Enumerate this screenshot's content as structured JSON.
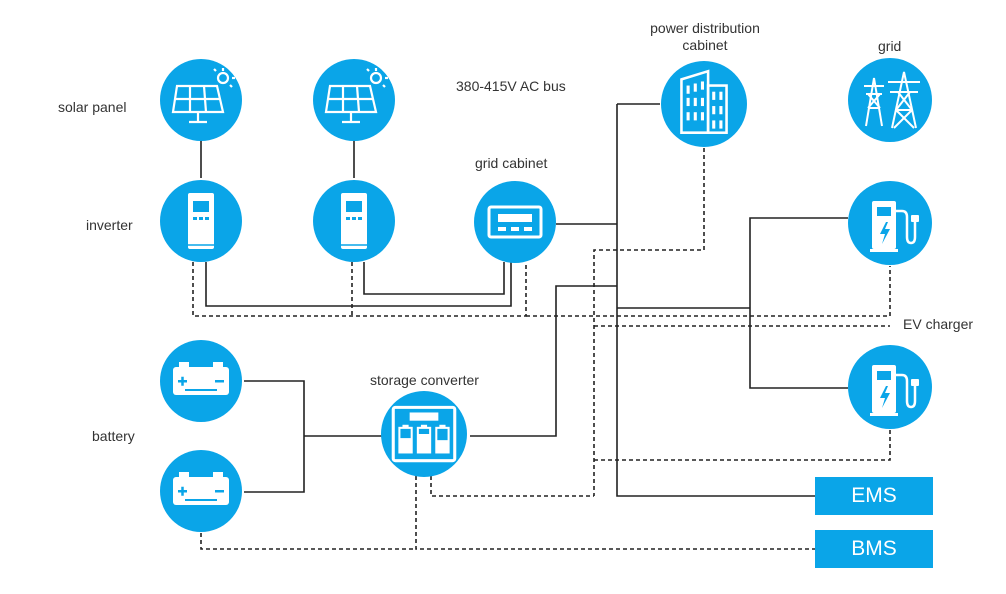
{
  "colors": {
    "accent": "#0aa5e8",
    "line": "#222222",
    "text": "#333333",
    "icon": "#ffffff"
  },
  "labels": {
    "solar_panel": "solar panel",
    "inverter": "inverter",
    "battery": "battery",
    "ac_bus": "380-415V AC bus",
    "grid_cabinet": "grid cabinet",
    "power_distribution_cabinet_line1": "power distribution",
    "power_distribution_cabinet_line2": "cabinet",
    "grid": "grid",
    "ev_charger": "EV charger",
    "storage_converter": "storage converter"
  },
  "boxes": {
    "ems": "EMS",
    "bms": "BMS"
  },
  "nodes": [
    {
      "id": "solar-panel-1",
      "icon": "solar-panel-icon"
    },
    {
      "id": "solar-panel-2",
      "icon": "solar-panel-icon"
    },
    {
      "id": "inverter-1",
      "icon": "inverter-icon"
    },
    {
      "id": "inverter-2",
      "icon": "inverter-icon"
    },
    {
      "id": "grid-cabinet",
      "icon": "grid-cabinet-icon"
    },
    {
      "id": "power-distribution-cabinet",
      "icon": "building-icon"
    },
    {
      "id": "grid",
      "icon": "transmission-tower-icon"
    },
    {
      "id": "ev-charger-1",
      "icon": "ev-charger-icon"
    },
    {
      "id": "ev-charger-2",
      "icon": "ev-charger-icon"
    },
    {
      "id": "battery-1",
      "icon": "battery-icon"
    },
    {
      "id": "battery-2",
      "icon": "battery-icon"
    },
    {
      "id": "storage-converter",
      "icon": "storage-converter-icon"
    }
  ]
}
